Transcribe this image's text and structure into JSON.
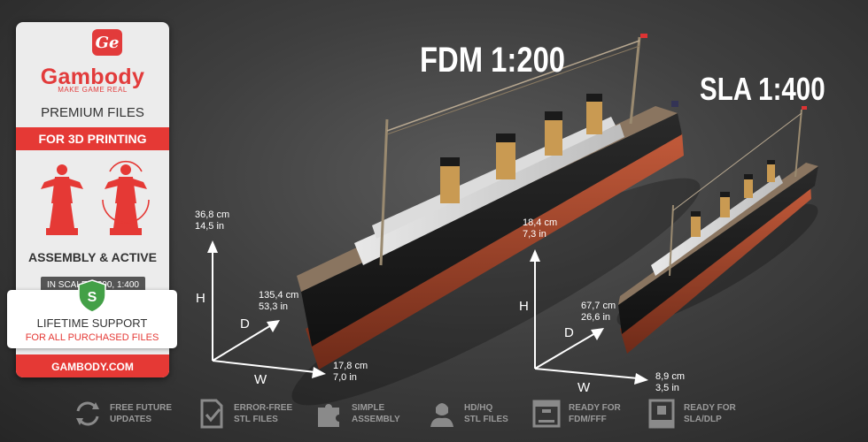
{
  "card": {
    "logo_letters": "Ge",
    "brand": "Gambody",
    "tagline": "MAKE GAME REAL",
    "premium": "PREMIUM FILES",
    "for3d": "FOR 3D PRINTING",
    "assembly": "ASSEMBLY & ACTIVE",
    "scale": "IN SCALE 1:200, 1:400",
    "shield_letter": "S",
    "support_title": "LIFETIME SUPPORT",
    "support_sub": "FOR ALL PURCHASED FILES",
    "site": "GAMBODY.COM"
  },
  "headings": {
    "fdm": "FDM 1:200",
    "sla": "SLA 1:400"
  },
  "fdm_dims": {
    "height": [
      "36,8  cm",
      "14,5  in"
    ],
    "depth": [
      "135,4  cm",
      "53,3  in"
    ],
    "width": [
      "17,8  cm",
      "7,0  in"
    ],
    "h": "H",
    "d": "D",
    "w": "W"
  },
  "sla_dims": {
    "height": [
      "18,4  cm",
      "7,3  in"
    ],
    "depth": [
      "67,7  cm",
      "26,6  in"
    ],
    "width": [
      "8,9  cm",
      "3,5  in"
    ],
    "h": "H",
    "d": "D",
    "w": "W"
  },
  "features": [
    {
      "icon": "refresh-updates-icon",
      "line1": "FREE FUTURE",
      "line2": "UPDATES"
    },
    {
      "icon": "file-check-icon",
      "line1": "ERROR-FREE",
      "line2": "STL FILES"
    },
    {
      "icon": "puzzle-icon",
      "line1": "SIMPLE",
      "line2": "ASSEMBLY"
    },
    {
      "icon": "bust-icon",
      "line1": "HD/HQ",
      "line2": "STL FILES"
    },
    {
      "icon": "fdm-printer-icon",
      "line1": "READY FOR",
      "line2": "FDM/FFF"
    },
    {
      "icon": "sla-printer-icon",
      "line1": "READY FOR",
      "line2": "SLA/DLP"
    }
  ],
  "colors": {
    "accent": "#e53935",
    "card_bg": "#ececec"
  }
}
